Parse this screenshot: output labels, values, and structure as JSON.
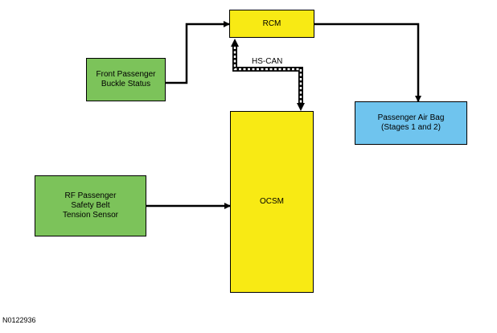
{
  "blocks": {
    "rcm": "RCM",
    "front_passenger_buckle_status": "Front Passenger\nBuckle Status",
    "passenger_air_bag": "Passenger Air Bag\n(Stages 1 and 2)",
    "ocsm": "OCSM",
    "rf_passenger_belt_tension_sensor": "RF Passenger\nSafety Belt\nTension Sensor"
  },
  "connections": {
    "bus_label": "HS-CAN"
  },
  "figure_id": "N0122936",
  "colors": {
    "sensor_green": "#7cc35a",
    "module_yellow": "#f8ea14",
    "airbag_blue": "#6fc4ee",
    "line": "#000000"
  }
}
